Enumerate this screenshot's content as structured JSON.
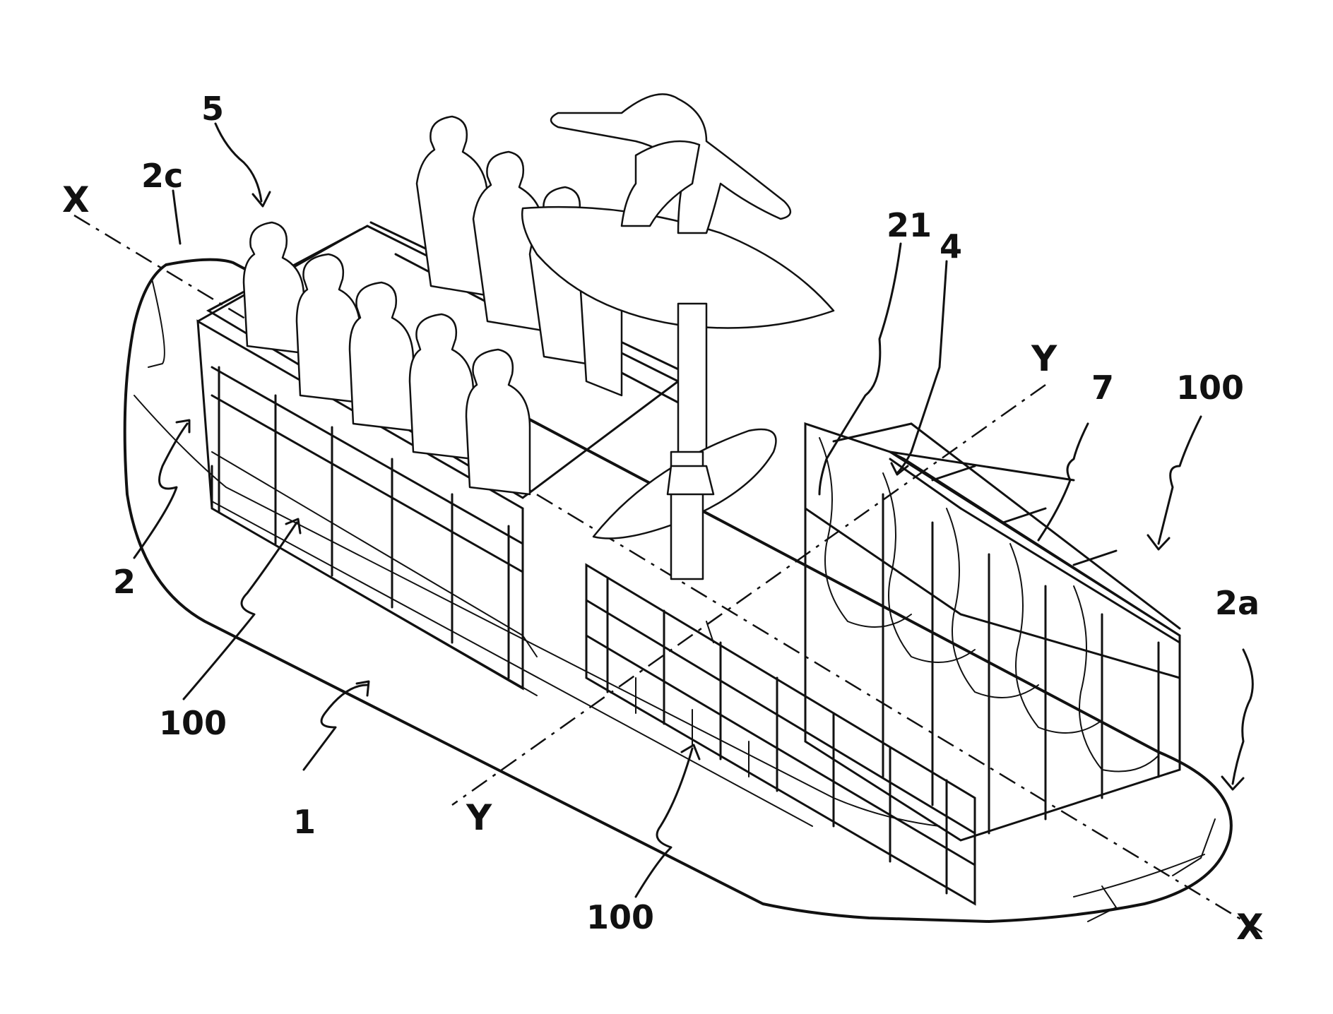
{
  "labels": {
    "axis_x_top": "X",
    "axis_x_bottom": "X",
    "axis_y_top": "Y",
    "axis_y_bottom": "Y",
    "ref_1": "1",
    "ref_2": "2",
    "ref_2a": "2a",
    "ref_2c": "2c",
    "ref_4": "4",
    "ref_5": "5",
    "ref_7": "7",
    "ref_21": "21",
    "ref_100_left": "100",
    "ref_100_right_top": "100",
    "ref_100_bottom": "100"
  }
}
